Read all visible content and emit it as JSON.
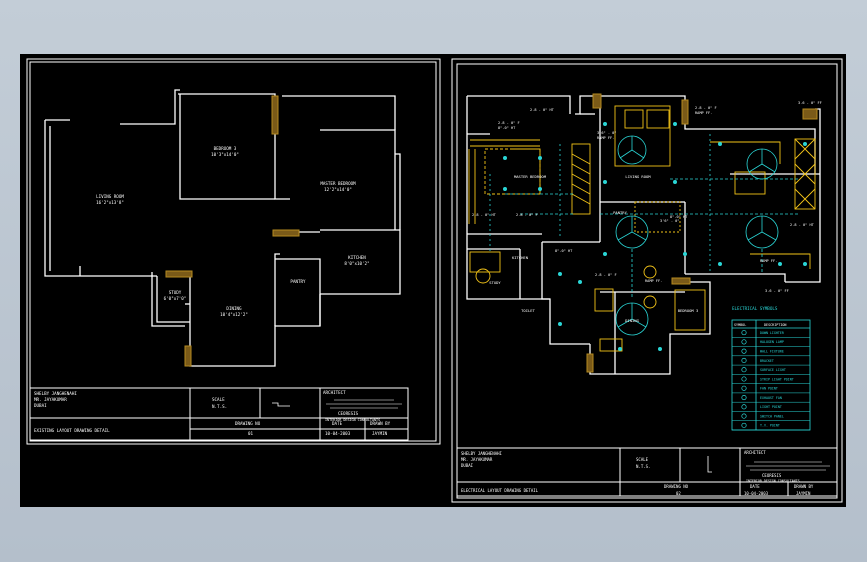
{
  "sheet1": {
    "rooms": {
      "bedroom": "BEDROOM 3",
      "living": "LIVING ROOM",
      "master": "MASTER BEDROOM",
      "kitchen": "KITCHEN",
      "dining": "DINING",
      "study": "STUDY",
      "pantry": "PANTRY",
      "size_bedroom": "10'3\"x14'0\"",
      "size_living": "16'2\"x13'8\"",
      "size_master": "12'2\"x14'0\"",
      "size_kitchen": "8'0\"x10'2\"",
      "size_dining": "10'4\"x12'2\"",
      "size_study": "6'0\"x7'0\""
    },
    "title_block": {
      "project": "SHELBY JANGHENAHI",
      "client": "MR. JAYAKUMAR",
      "city": "DUBAI",
      "scale_label": "SCALE",
      "scale_value": "N.T.S.",
      "drawing_no_label": "DRAWING NO",
      "drawing_no": "01",
      "date_label": "DATE",
      "date": "10-04-2003",
      "drawn_by_label": "DRAWN BY",
      "drawn_by": "JAYMIN",
      "architect_label": "ARCHITECT",
      "firm": "CEORESIS",
      "firm_sub": "INTERIOR DESIGN CONSULTANTS",
      "sheet_title": "EXISTING LAYOUT DRAWING DETAIL"
    }
  },
  "sheet2": {
    "rooms": {
      "master": "MASTER BEDROOM",
      "living": "LIVING ROOM",
      "bedroom": "BEDROOM 3",
      "kitchen": "KITCHEN",
      "study": "STUDY",
      "dining": "DINING",
      "toilet": "TOILET",
      "pantry": "PANTRY"
    },
    "callouts": [
      "2.8 - 0\" F",
      "3'6\" - 0\"",
      "8\"-0\" HT",
      "RAMP FF.",
      "2.8 - 0\" HT",
      "3.6 - 0\" FF"
    ],
    "legend": {
      "title": "ELECTRICAL SYMBOLS",
      "col_symbol": "SYMBOL",
      "col_desc": "DESCRIPTION",
      "items": [
        "DOWN LIGHTER",
        "HALOGEN LAMP",
        "WALL FIXTURE",
        "BRACKET",
        "SURFACE LIGHT",
        "STRIP LIGHT POINT",
        "FAN POINT",
        "EXHAUST FAN",
        "LIGHT POINT",
        "SWITCH PANEL",
        "T.V. POINT"
      ]
    },
    "title_block": {
      "project": "SHELBY JANGHENAHI",
      "client": "MR. JAYAKUMAR",
      "city": "DUBAI",
      "scale_label": "SCALE",
      "scale_value": "N.T.S.",
      "drawing_no_label": "DRAWING NO",
      "drawing_no": "02",
      "date_label": "DATE",
      "date": "10-04-2003",
      "drawn_by_label": "DRAWN BY",
      "drawn_by": "JAYMIN",
      "architect_label": "ARCHITECT",
      "firm": "CEORESIS",
      "firm_sub": "INTERIOR DESIGN CONSULTANTS",
      "sheet_title": "ELECTRICAL LAYOUT DRAWING DETAIL"
    }
  },
  "colors": {
    "background": "#000000",
    "line": "#ffffff",
    "fixture": "#f2c318",
    "accent": "#2ad6d6",
    "column": "#7a5a18"
  }
}
